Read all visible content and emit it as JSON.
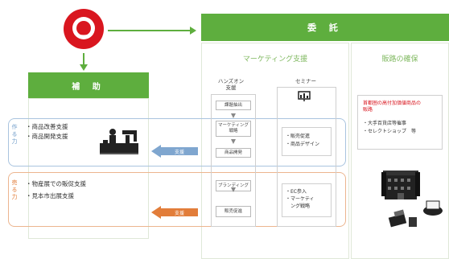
{
  "logo": {
    "name": "red-circle-logo"
  },
  "top_bar": {
    "title": "委 託"
  },
  "left_header": {
    "title": "補 助"
  },
  "columns": {
    "marketing": {
      "title": "マーケティング支援"
    },
    "sales": {
      "title": "販路の確保"
    }
  },
  "subheads": {
    "hands_on": "ハンズオン\n支援",
    "seminar": "セミナー"
  },
  "rows": {
    "making": {
      "side_label": "作る力",
      "bullets": [
        "商品改善支援",
        "商品開発支援"
      ],
      "arrow_label": "支援",
      "hands_on_boxes": [
        "課題抽出",
        "マーケティング\n戦略",
        "商品開発"
      ],
      "seminar_items": [
        "・販売促進",
        "・商品デザイン"
      ]
    },
    "selling": {
      "side_label": "売る力",
      "bullets": [
        "物産展での販促支援",
        "見本市出展支援"
      ],
      "arrow_label": "支援",
      "hands_on_boxes": [
        "ブランディング",
        "販売促進"
      ],
      "seminar_items": [
        "・EC参入",
        "・マーケティ\n　ング戦略"
      ]
    }
  },
  "sales_col": {
    "red_text": "首都圏の高付加価値商品の\n販路",
    "items": [
      "・大手百貨店等催事",
      "・セレクトショップ　等"
    ]
  },
  "colors": {
    "green": "#5eae3e",
    "blue": "#7fa6cf",
    "orange": "#e27d3a",
    "red": "#d9161f"
  }
}
